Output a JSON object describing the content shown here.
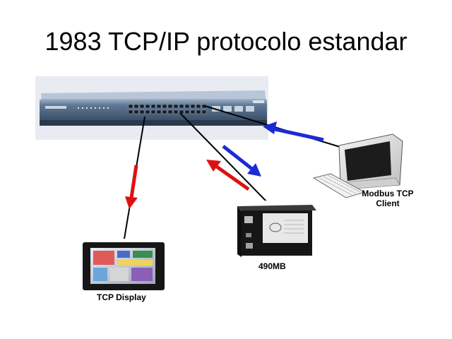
{
  "title": "1983 TCP/IP protocolo estandar",
  "devices": {
    "switch": {
      "icon": "network-switch-icon"
    },
    "client": {
      "icon": "desktop-computer-icon",
      "label_line1": "Modbus TCP",
      "label_line2": "Client"
    },
    "gateway": {
      "icon": "gateway-box-icon",
      "label": "490MB"
    },
    "display": {
      "icon": "touch-display-icon",
      "label": "TCP Display"
    }
  },
  "colors": {
    "background": "#ffffff",
    "arrow_blue": "#1a2bd6",
    "arrow_red": "#e01010",
    "cable": "#000000",
    "switch_body": "#3f5a7a",
    "gateway_body": "#1a1a1a"
  }
}
